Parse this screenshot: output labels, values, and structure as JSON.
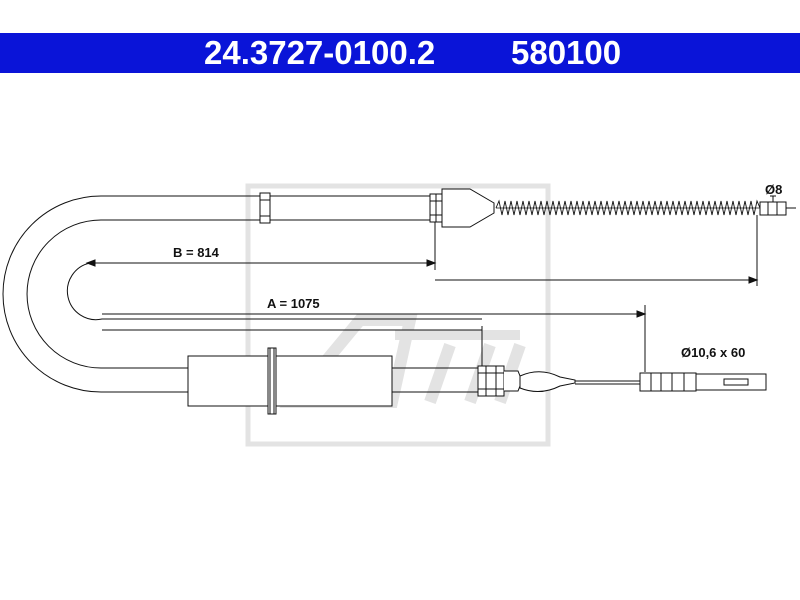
{
  "header": {
    "part_number": "24.3727-0100.2",
    "code": "580100"
  },
  "dimensions": {
    "b_label": "B = 814",
    "a_label": "A = 1075",
    "diam_top": "Ø8",
    "diam_bottom": "Ø10,6 x 60"
  },
  "colors": {
    "header_bg": "#0a14d8",
    "header_text": "#ffffff",
    "line": "#111111",
    "watermark": "#e3e3e3"
  }
}
